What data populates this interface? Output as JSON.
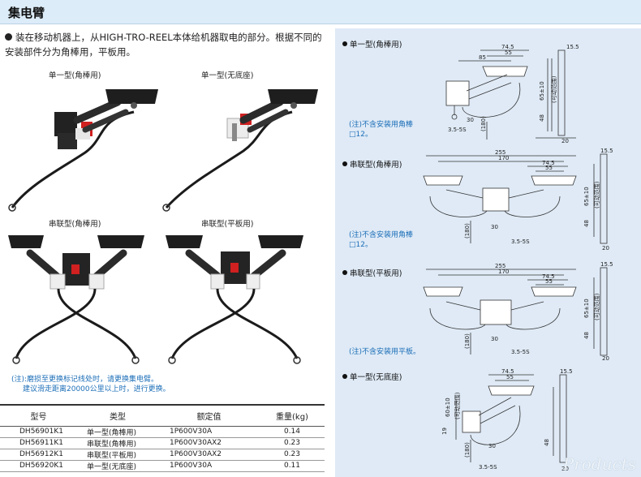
{
  "header": {
    "title": "集电臂"
  },
  "intro": {
    "text": "装在移动机器上，从HIGH-TRO-REEL本体给机器取电的部分。根据不同的安装部件分为角棒用，平板用。"
  },
  "photos": [
    {
      "label": "单一型(角棒用)"
    },
    {
      "label": "单一型(无底座)"
    },
    {
      "label": "串联型(角棒用)"
    },
    {
      "label": "串联型(平板用)"
    }
  ],
  "note_left": {
    "line1": "(注):磨损至更换标记线处时，请更换集电臂。",
    "line2": "建议滑走距离20000公里以上时，进行更换。"
  },
  "table": {
    "headers": [
      "型号",
      "类型",
      "额定值",
      "重量(kg)"
    ],
    "rows": [
      [
        "DH56901K1",
        "单一型(角棒用)",
        "1P600V30A",
        "0.14"
      ],
      [
        "DH56911K1",
        "串联型(角棒用)",
        "1P600V30AX2",
        "0.23"
      ],
      [
        "DH56912K1",
        "串联型(平板用)",
        "1P600V30AX2",
        "0.23"
      ],
      [
        "DH56920K1",
        "单一型(无底座)",
        "1P600V30A",
        "0.11"
      ]
    ]
  },
  "diagrams": {
    "d1": {
      "title": "单一型(角棒用)",
      "note_line1": "(注)不含安装用角棒",
      "note_line2": "□12。",
      "dims": {
        "a": "74.5",
        "b": "55",
        "c": "85",
        "d": "15.5",
        "e": "65±10",
        "f": "(可动范围)",
        "g": "48",
        "h": "(180)",
        "i": "30",
        "j": "3.5-5S",
        "k": "20"
      }
    },
    "d2": {
      "title": "串联型(角棒用)",
      "note_line1": "(注)不含安装用角棒",
      "note_line2": "□12。",
      "dims": {
        "a": "255",
        "b": "170",
        "c": "74.5",
        "d": "55",
        "e": "15.5",
        "f": "65±10",
        "g": "(可动范围)",
        "h": "48",
        "i": "(180)",
        "j": "30",
        "k": "3.5-5S",
        "l": "20"
      }
    },
    "d3": {
      "title": "串联型(平板用)",
      "note_line1": "(注)不含安装用平板。",
      "dims": {
        "a": "255",
        "b": "170",
        "c": "74.5",
        "d": "55",
        "e": "15.5",
        "f": "65±10",
        "g": "(可动范围)",
        "h": "48",
        "i": "(180)",
        "j": "30",
        "k": "3.5-5S",
        "l": "20"
      }
    },
    "d4": {
      "title": "单一型(无底座)",
      "dims": {
        "a": "74.5",
        "b": "55",
        "c": "15.5",
        "d": "60±10",
        "e": "(可动范围)",
        "f": "19",
        "g": "48",
        "h": "(180)",
        "i": "30",
        "j": "3.5-5S",
        "k": "20"
      }
    }
  },
  "watermark": "Products"
}
